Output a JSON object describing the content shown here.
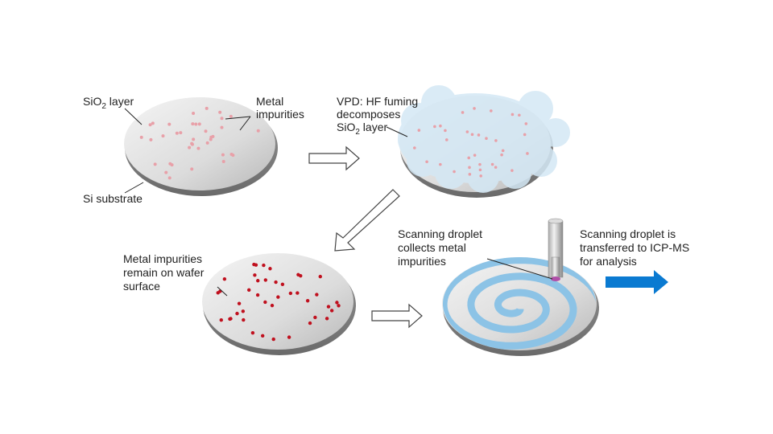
{
  "colors": {
    "dot_light": "#e8a0a8",
    "dot_dark": "#c0101e",
    "spiral": "#8cc3e6",
    "arrow_blue": "#0a7ad1",
    "cloud": "#d4e8f5"
  },
  "step1": {
    "sio2_label": "SiO",
    "sio2_sub": "2",
    "sio2_suffix": " layer",
    "metal_1": "Metal",
    "metal_2": "impurities",
    "si_label": "Si substrate"
  },
  "step2": {
    "line1": "VPD: HF fuming",
    "line2": "decomposes",
    "line3_pre": "SiO",
    "line3_sub": "2",
    "line3_post": " layer"
  },
  "step3": {
    "line1": "Metal impurities",
    "line2": "remain on wafer",
    "line3": "surface"
  },
  "step4": {
    "line1": "Scanning droplet",
    "line2": "collects metal",
    "line3": "impurities"
  },
  "step5": {
    "line1": "Scanning droplet is",
    "line2": "transferred to ICP-MS",
    "line3": "for analysis"
  }
}
